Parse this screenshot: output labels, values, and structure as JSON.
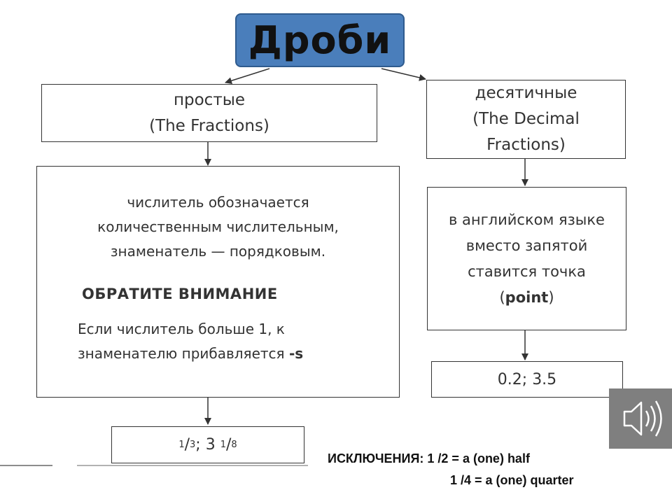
{
  "title": "Дроби",
  "simple": {
    "heading_line1": "простые",
    "heading_line2": "(The Fractions)",
    "rule_lines": [
      "числитель обозначается",
      "количественным числительным,",
      "знаменатель — порядковым."
    ],
    "note_heading": "ОБРАТИТЕ ВНИМАНИЕ",
    "note_line1": "Если числитель больше 1, к",
    "note_line2_text": "знаменателю прибавляется",
    "note_line2_suffix": "-s",
    "example": {
      "n1": "1",
      "d1": "3",
      "sep": "; ",
      "whole": "3",
      "n2": "1",
      "d2": "8"
    }
  },
  "decimal": {
    "heading_lines": [
      "десятичные",
      "(The Decimal",
      "Fractions)"
    ],
    "rule_lines": [
      "в английском языке",
      "вместо запятой",
      "ставится точка"
    ],
    "rule_point_open": "(",
    "rule_point_word": "point",
    "rule_point_close": ")",
    "example": "0.2; 3.5"
  },
  "exceptions": {
    "line1": "ИСКЛЮЧЕНИЯ: 1 /2 = a (one) half",
    "line2": "1 /4 = a (one) quarter"
  },
  "icons": {
    "speaker": "speaker-icon"
  },
  "colors": {
    "title_fill": "#4a7ebb",
    "speaker_bg": "#7f7f7f"
  }
}
